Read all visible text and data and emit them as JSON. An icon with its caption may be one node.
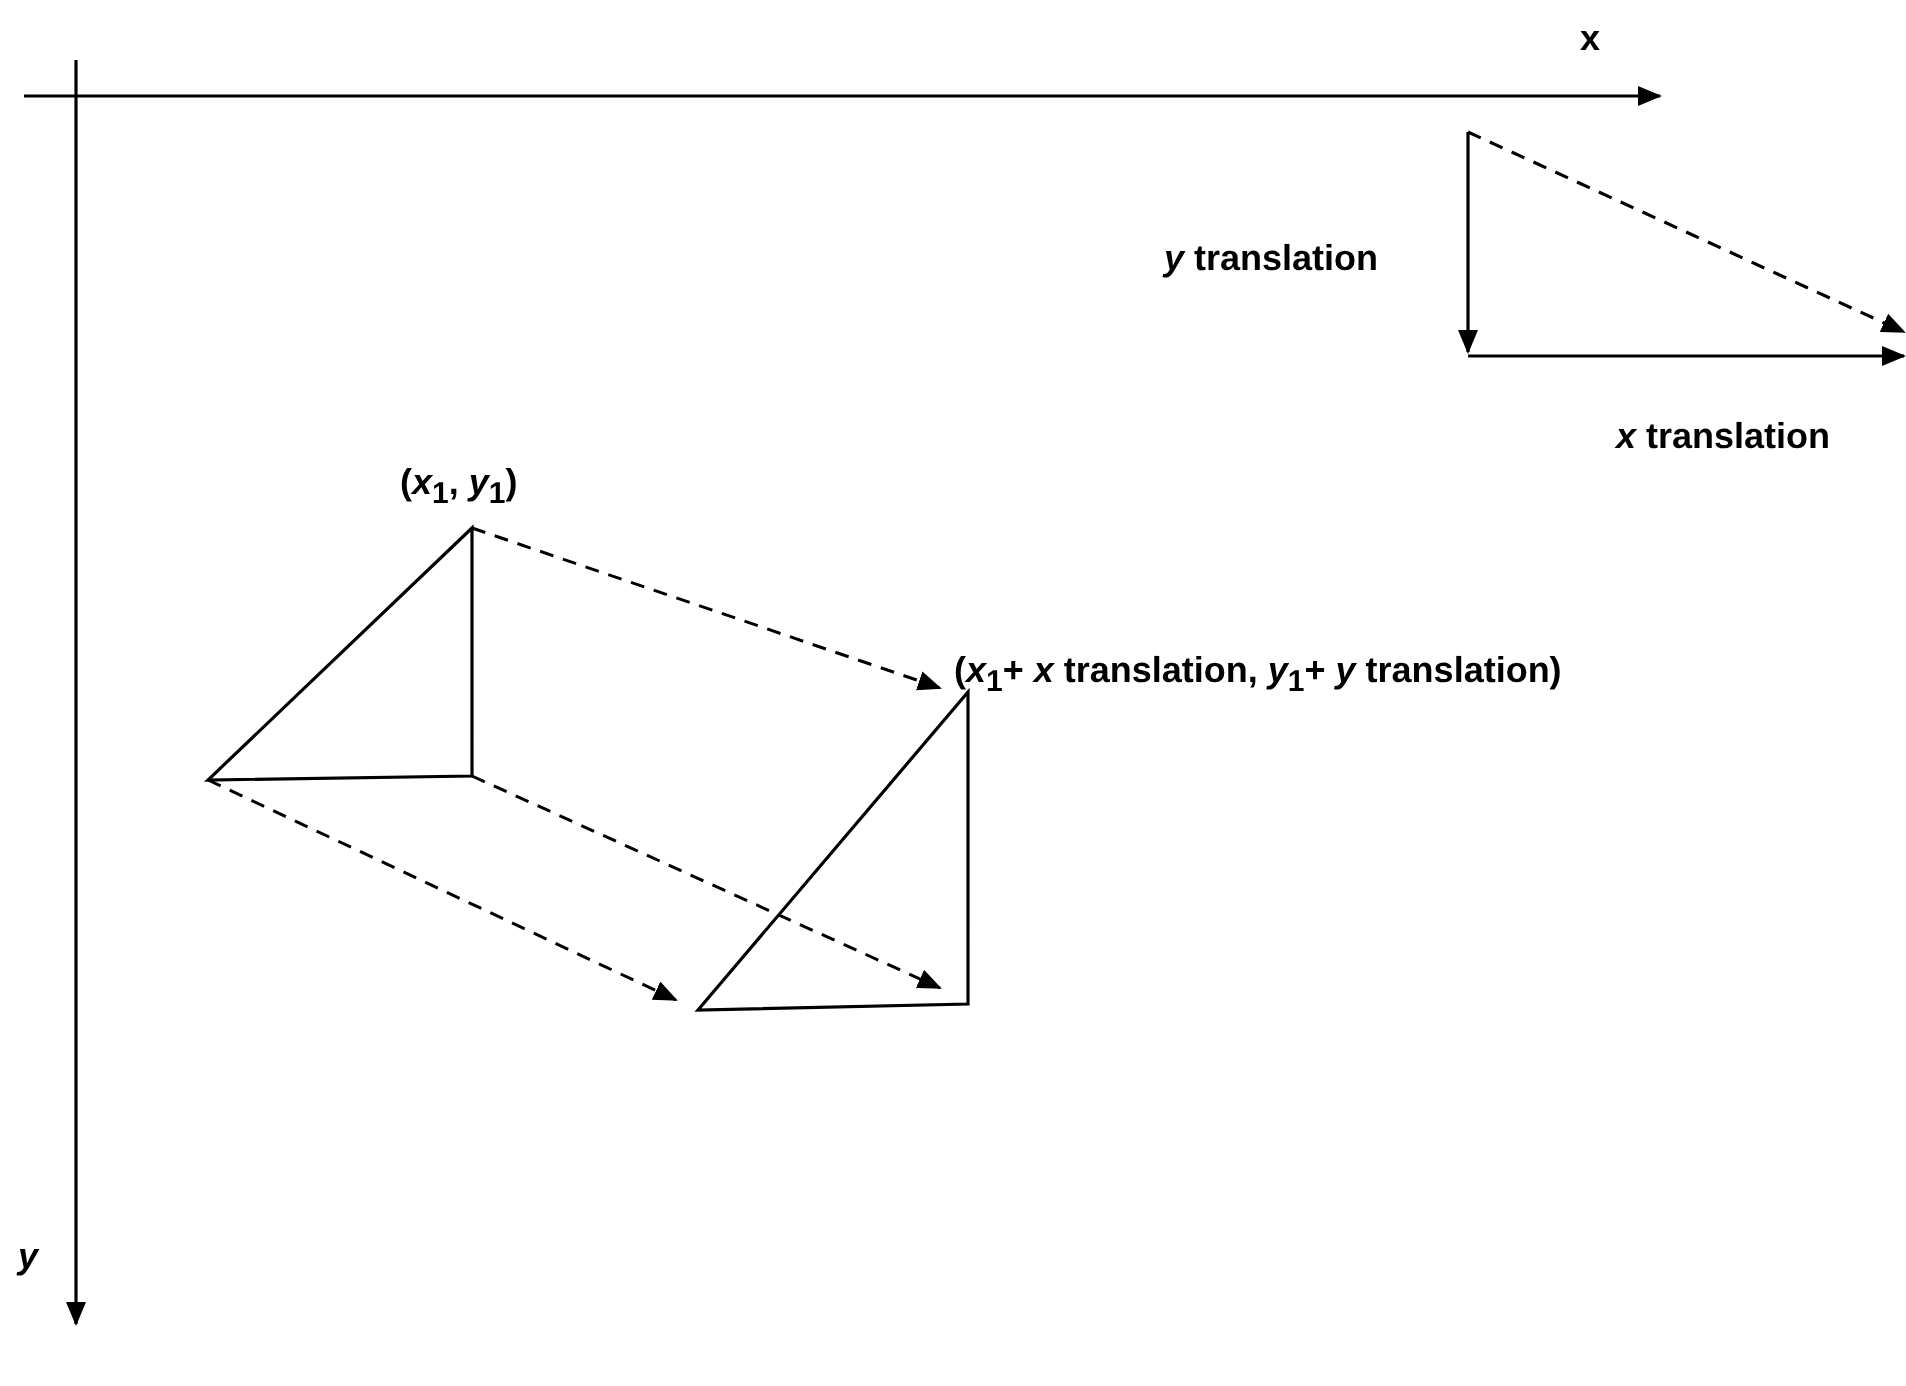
{
  "diagram": {
    "nodes": [
      {
        "text": [],
        "shape": "triangle",
        "beside": [
          "(*x*$_{1}$, *y*$_{1}$)"
        ]
      },
      {
        "text": [],
        "shape": "triangle",
        "beside": [
          "(*x*$_{1}$+ *x* translation, *y*$_{1}$+ *y* translation)"
        ]
      }
    ],
    "edges": [
      {
        "from": 0,
        "to": 1,
        "arrow": "to",
        "style": "dashed"
      },
      {
        "from": 0,
        "to": 1,
        "arrow": "to",
        "style": "dashed"
      },
      {
        "from": 0,
        "to": 1,
        "arrow": "to",
        "style": "dashed"
      }
    ],
    "labels": [
      "x",
      "*y* translation",
      "*x* translation",
      "y"
    ]
  }
}
